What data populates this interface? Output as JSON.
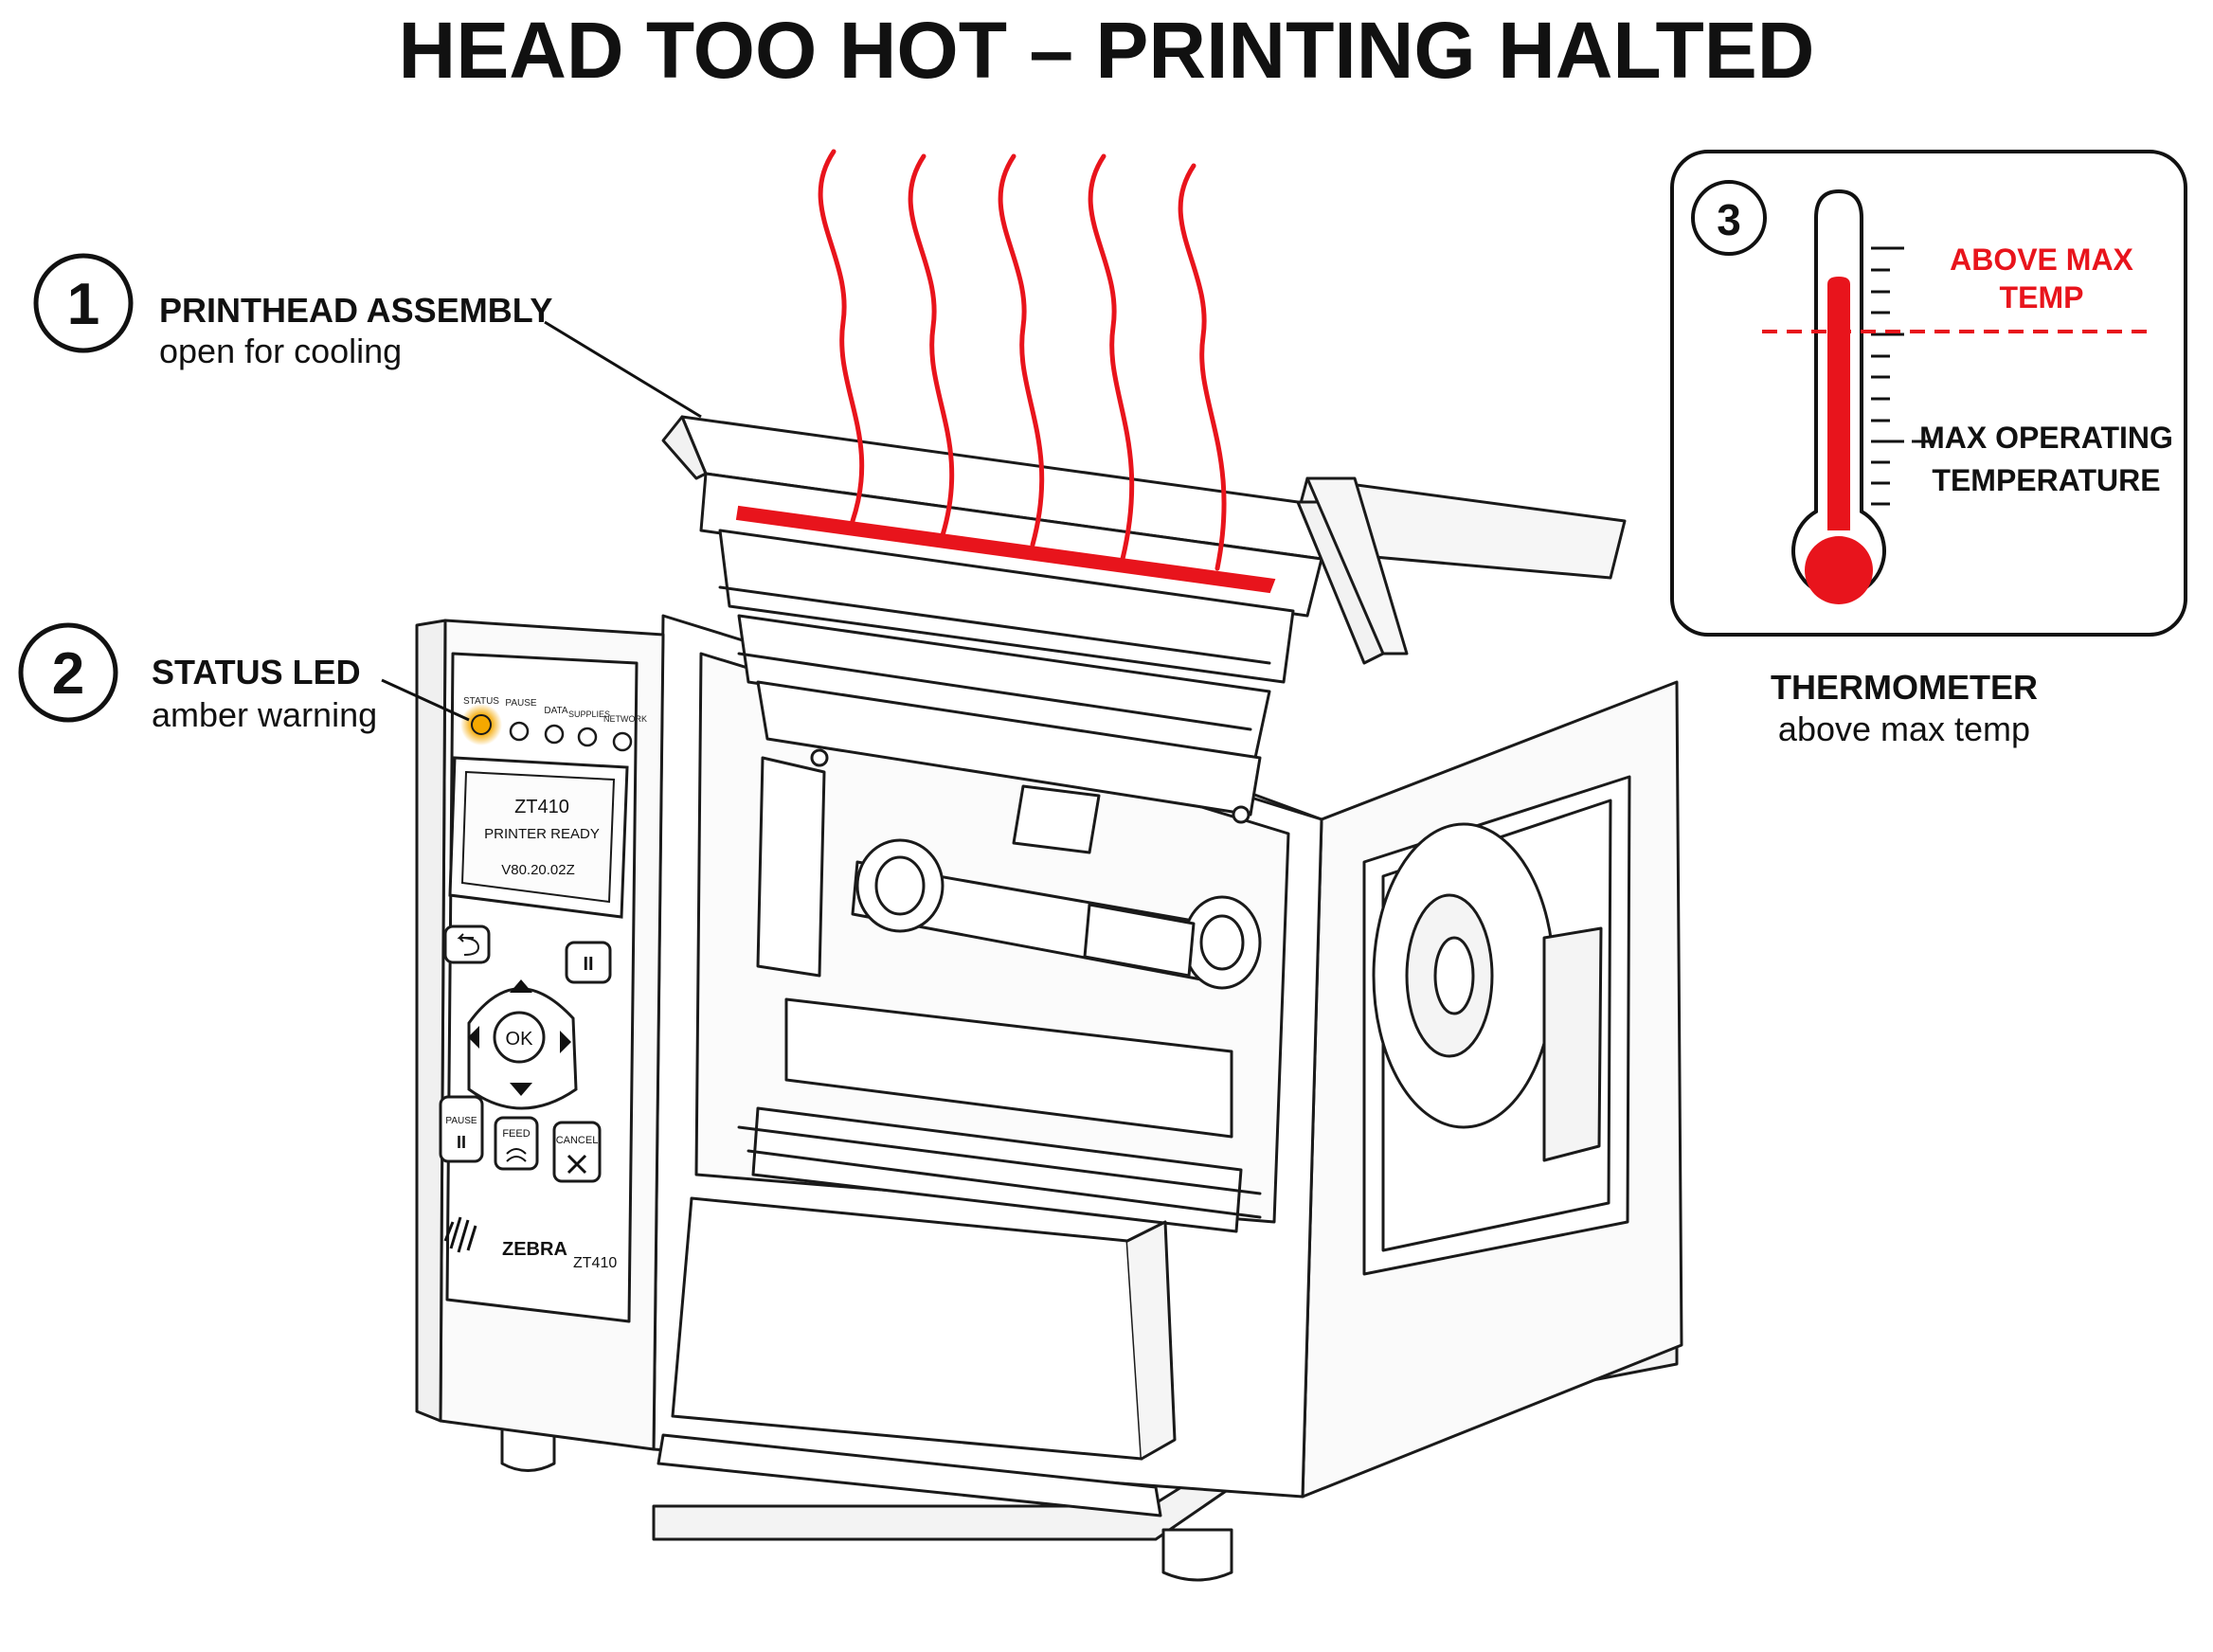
{
  "title": "HEAD TOO HOT – PRINTING HALTED",
  "callouts": {
    "c1": {
      "number": "1",
      "label": "PRINTHEAD ASSEMBLY",
      "sub": "open for cooling"
    },
    "c2": {
      "number": "2",
      "label": "STATUS LED",
      "sub": "amber warning"
    },
    "c3": {
      "number": "3",
      "label": "THERMOMETER",
      "sub": "above max temp"
    }
  },
  "thermometer": {
    "above_line1": "ABOVE MAX",
    "above_line2": "TEMP",
    "max_line1": "MAX OPERATING",
    "max_line2": "TEMPERATURE"
  },
  "printer": {
    "leds": [
      "STATUS",
      "PAUSE",
      "DATA",
      "SUPPLIES",
      "NETWORK"
    ],
    "lcd_model": "ZT410",
    "lcd_status": "PRINTER READY",
    "lcd_version": "V80.20.02Z",
    "ok_label": "OK",
    "pause_label": "PAUSE",
    "feed_label": "FEED",
    "cancel_label": "CANCEL",
    "brand": "ZEBRA",
    "model": "ZT410"
  },
  "colors": {
    "heat": "#e8141c",
    "led_amber": "#f5a800",
    "line": "#1a1a1a"
  }
}
